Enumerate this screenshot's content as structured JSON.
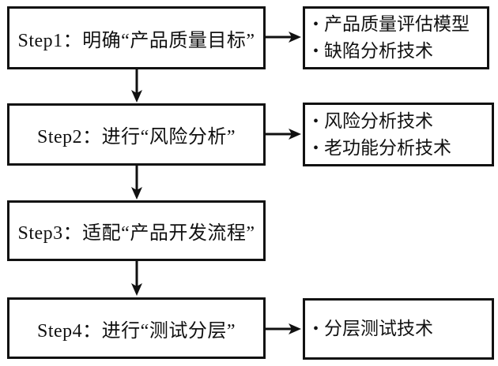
{
  "diagram": {
    "bullet_char": "•",
    "steps": [
      {
        "label": "Step1：明确“产品质量目标”",
        "outputs": [
          "产品质量评估模型",
          "缺陷分析技术"
        ]
      },
      {
        "label": "Step2：进行“风险分析”",
        "outputs": [
          "风险分析技术",
          "老功能分析技术"
        ]
      },
      {
        "label": "Step3：适配“产品开发流程”",
        "outputs": []
      },
      {
        "label": "Step4：进行“测试分层”",
        "outputs": [
          "分层测试技术"
        ]
      }
    ]
  }
}
